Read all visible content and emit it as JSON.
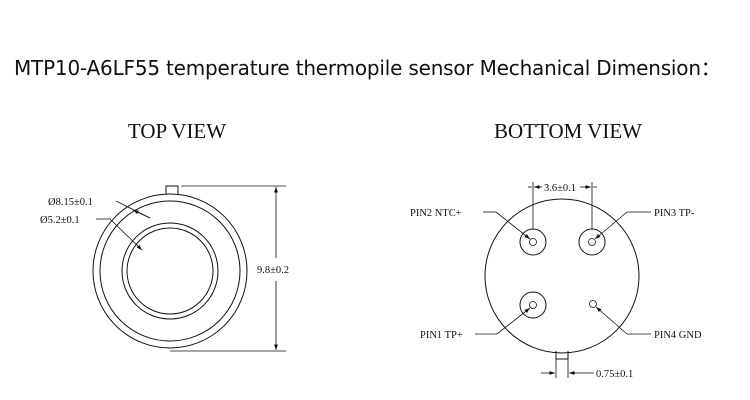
{
  "title": "MTP10-A6LF55 temperature thermopile sensor Mechanical Dimension：",
  "top_view": {
    "heading": "TOP VIEW",
    "outer_dia": "Ø8.15±0.1",
    "inner_dia": "Ø5.2±0.1",
    "height": "9.8±0.2"
  },
  "bottom_view": {
    "heading": "BOTTOM VIEW",
    "pin_spacing": "3.6±0.1",
    "tab_width": "0.75±0.1",
    "pins": {
      "pin1": "PIN1 TP+",
      "pin2": "PIN2 NTC+",
      "pin3": "PIN3 TP-",
      "pin4": "PIN4 GND"
    }
  }
}
